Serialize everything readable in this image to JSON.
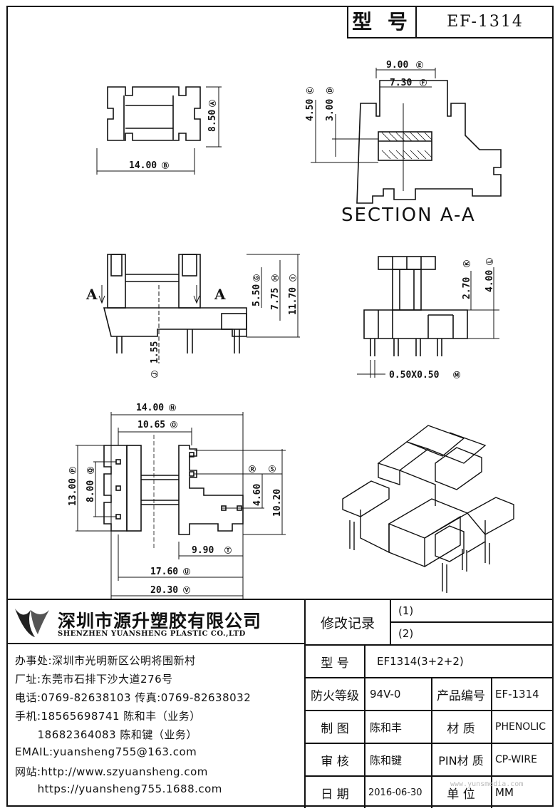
{
  "title_box": {
    "label": "型 号",
    "model": "EF-1314"
  },
  "drawing": {
    "section_label": "SECTION A-A",
    "view_arrow_label": "A",
    "dims": {
      "top_width": "14.00",
      "top_height": "8.50",
      "sec_outer": "9.00",
      "sec_inner": "7.30",
      "sec_h1": "4.50",
      "sec_h2": "3.00",
      "front_g": "5.50",
      "front_h": "7.75",
      "front_i": "11.70",
      "front_pin": "1.55",
      "side_k": "2.70",
      "side_l": "4.00",
      "side_pin": "0.50X0.50",
      "bot_n": "14.00",
      "bot_o": "10.65",
      "bot_p": "13.00",
      "bot_q": "8.00",
      "bot_r": "4.60",
      "bot_s": "10.20",
      "bot_t": "9.90",
      "bot_u": "17.60",
      "bot_v": "20.30"
    },
    "circle_letters": {
      "a": "Ⓐ",
      "b": "Ⓑ",
      "c": "Ⓒ",
      "d": "Ⓓ",
      "e": "Ⓔ",
      "f": "Ⓕ",
      "g": "Ⓖ",
      "h": "Ⓗ",
      "i": "Ⓘ",
      "j": "Ⓙ",
      "k": "Ⓚ",
      "l": "Ⓛ",
      "m": "Ⓜ",
      "n": "Ⓝ",
      "o": "Ⓞ",
      "p": "Ⓟ",
      "q": "Ⓠ",
      "r": "Ⓡ",
      "s": "Ⓢ",
      "t": "Ⓣ",
      "u": "Ⓤ",
      "v": "Ⓥ"
    }
  },
  "company": {
    "name_cn": "深圳市源升塑胶有限公司",
    "name_en": "SHENZHEN YUANSHENG PLASTIC CO.,LTD",
    "contact_lines": [
      "办事处:深圳市光明新区公明将围新村",
      "厂址:东莞市石排下沙大道276号",
      "电话:0769-82638103 传真:0769-82638032",
      "手机:18565698741 陈和丰（业务）",
      "      18682364083 陈和键（业务）",
      "EMAIL:yuansheng755@163.com",
      "网站:http://www.szyuansheng.com",
      "      https://yuansheng755.1688.com"
    ]
  },
  "table": {
    "revision_label": "修改记录",
    "revisions": [
      "(1)",
      "(2)"
    ],
    "model_label": "型 号",
    "model_value": "EF1314(3+2+2)",
    "fire_label": "防火等级",
    "fire_value": "94V-0",
    "product_no_label": "产品编号",
    "product_no_value": "EF-1314",
    "drawn_label": "制 图",
    "drawn_value": "陈和丰",
    "material_label": "材 质",
    "material_value": "PHENOLIC",
    "review_label": "审 核",
    "review_value": "陈和键",
    "pin_label": "PIN材 质",
    "pin_value": "CP-WIRE",
    "date_label": "日 期",
    "date_value": "2016-06-30",
    "unit_label": "单 位",
    "unit_value": "MM"
  },
  "watermark": "www.yunsmedia.com"
}
